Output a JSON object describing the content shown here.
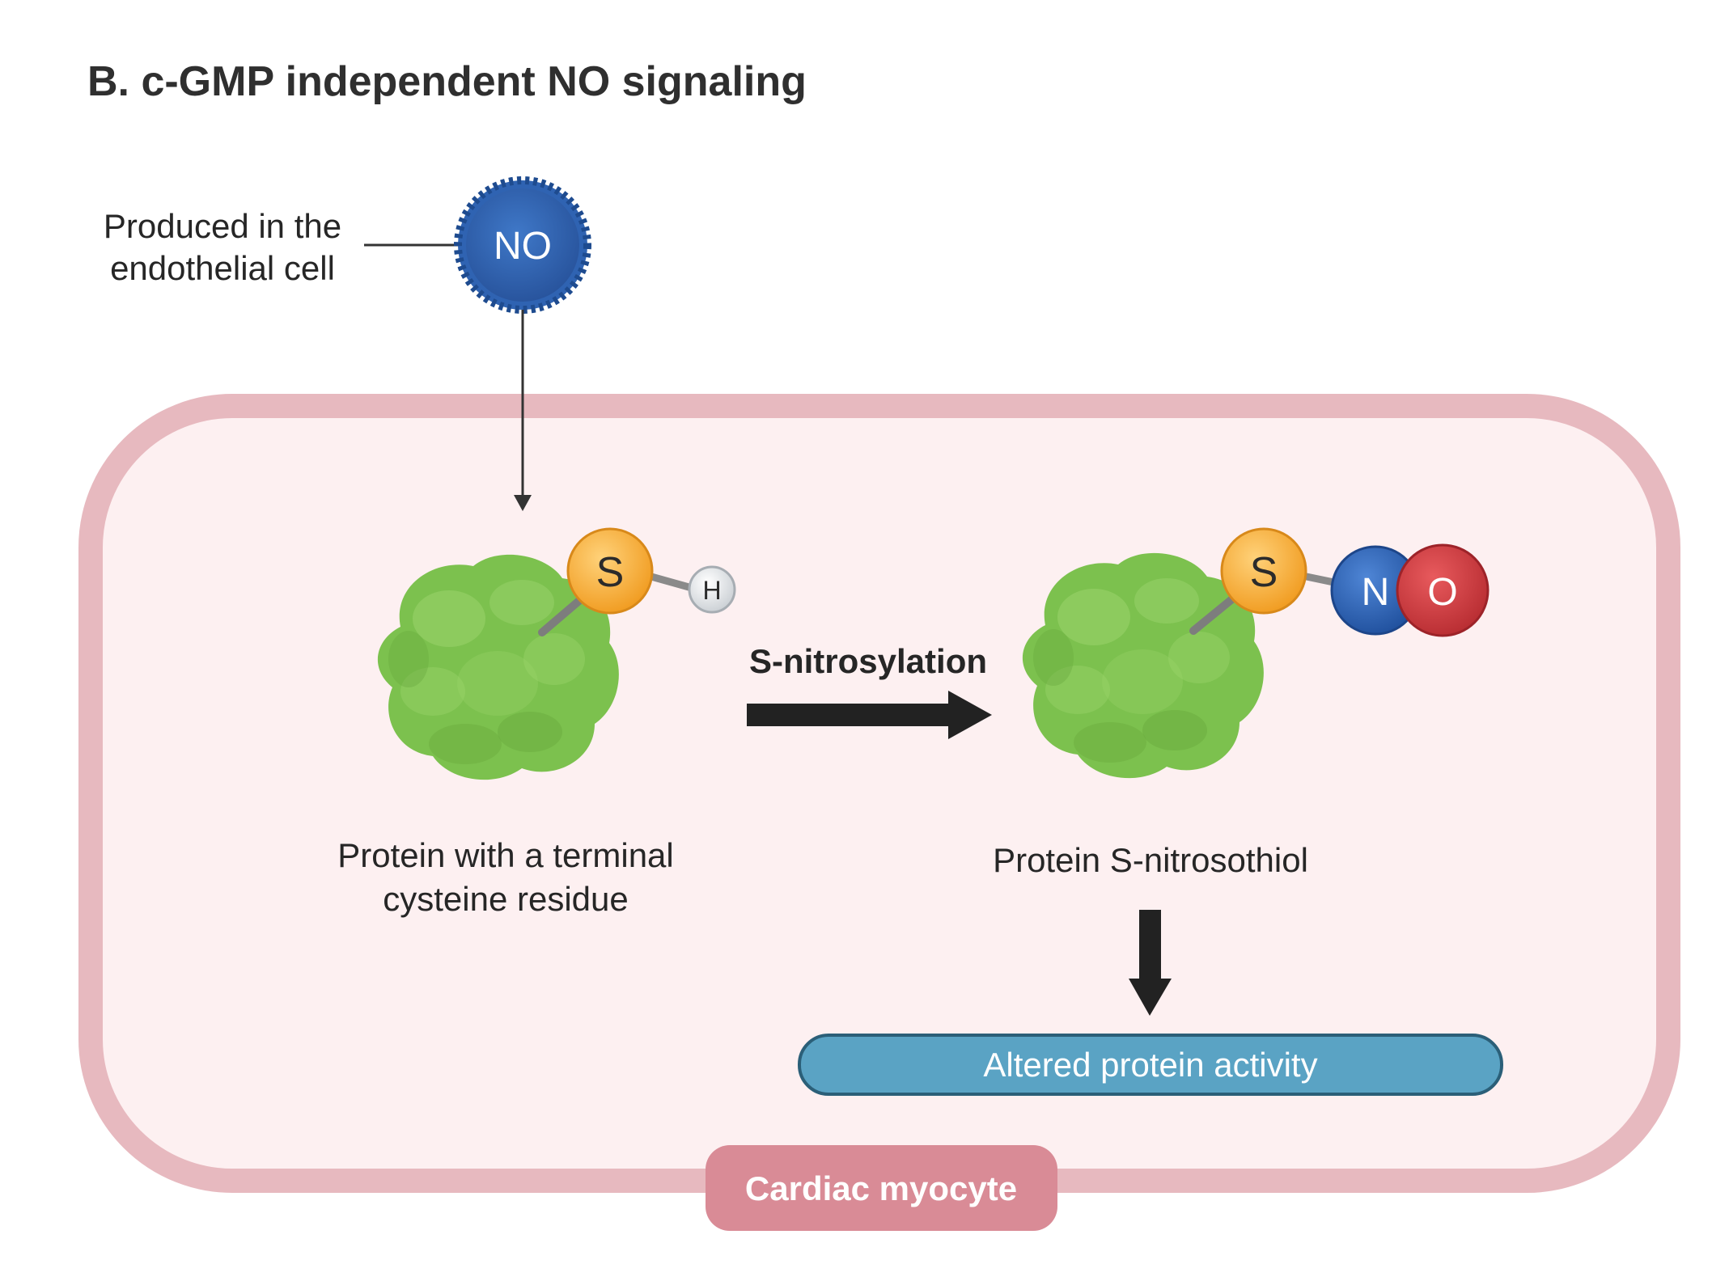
{
  "title": "B. c-GMP independent NO signaling",
  "source": {
    "label_line1": "Produced in the",
    "label_line2": "endothelial cell",
    "molecule": "NO"
  },
  "reactant": {
    "thiol_atom": "S",
    "hydrogen_atom": "H",
    "label_line1": "Protein with a terminal",
    "label_line2": "cysteine residue"
  },
  "reaction": {
    "label": "S-nitrosylation"
  },
  "product": {
    "thiol_atom": "S",
    "nitrogen_atom": "N",
    "oxygen_atom": "O",
    "label": "Protein S-nitrosothiol"
  },
  "outcome": {
    "label": "Altered protein activity"
  },
  "cell": {
    "label": "Cardiac myocyte"
  },
  "colors": {
    "cell_fill": "#fdf0f1",
    "cell_border": "#e7b9bf",
    "cell_label_bg": "#d98b96",
    "no_blue": "#2f63b2",
    "sulfur": "#f3a92c",
    "oxygen": "#d13a3e",
    "protein_green": "#7cc14e",
    "outcome_pill": "#5aa3c4"
  }
}
